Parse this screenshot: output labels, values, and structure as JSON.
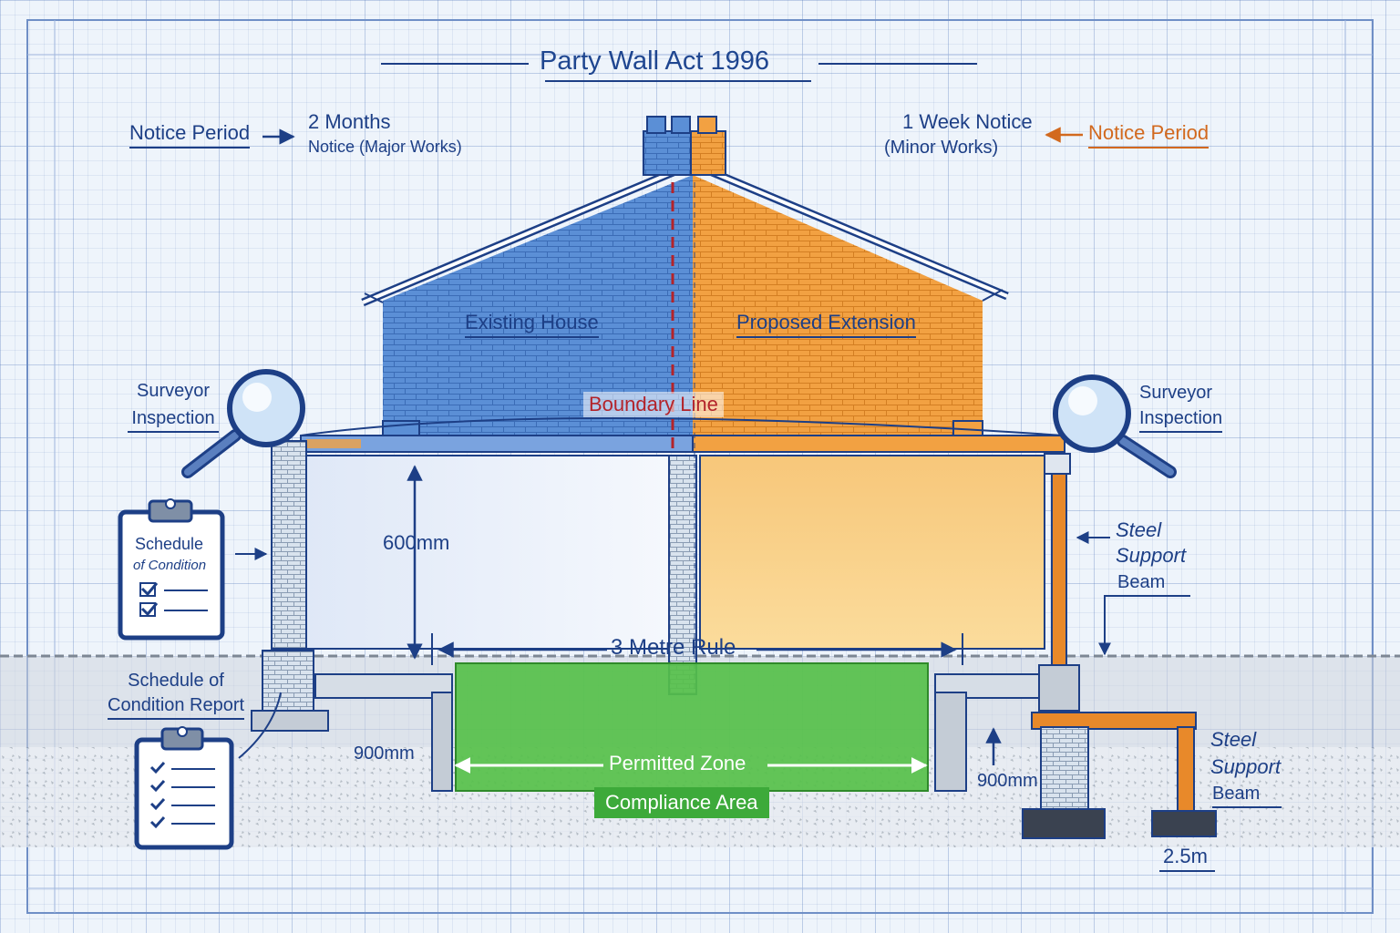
{
  "title": "Party Wall Act 1996",
  "notice_left": {
    "label": "Notice Period",
    "duration": "2 Months",
    "detail": "Notice (Major Works)"
  },
  "notice_right": {
    "label": "Notice Period",
    "duration": "1 Week Notice",
    "detail": "(Minor Works)"
  },
  "house": {
    "existing": "Existing House",
    "extension": "Proposed Extension",
    "boundary": "Boundary Line"
  },
  "surveyor_left": [
    "Surveyor",
    "Inspection"
  ],
  "surveyor_right": [
    "Surveyor",
    "Inspection"
  ],
  "schedule_clipboard": [
    "Schedule",
    "of Condition"
  ],
  "schedule_report": [
    "Schedule of",
    "Condition Report"
  ],
  "dimensions": {
    "height": "600mm",
    "rule": "3 Metre Rule",
    "depth_left": "900mm",
    "depth_right": "900mm",
    "beam_width": "2.5m"
  },
  "zones": {
    "permitted": "Permitted Zone",
    "compliance": "Compliance Area"
  },
  "steel_beam_upper": [
    "Steel",
    "Support",
    "Beam"
  ],
  "steel_beam_lower": [
    "Steel",
    "Support",
    "Beam"
  ],
  "colors": {
    "blueprint": "#1d3f86",
    "existing": "#5b8fd6",
    "extension": "#f2a142",
    "permitted": "#56c04a",
    "boundary": "#b3232a",
    "notice_right": "#d2691e"
  }
}
